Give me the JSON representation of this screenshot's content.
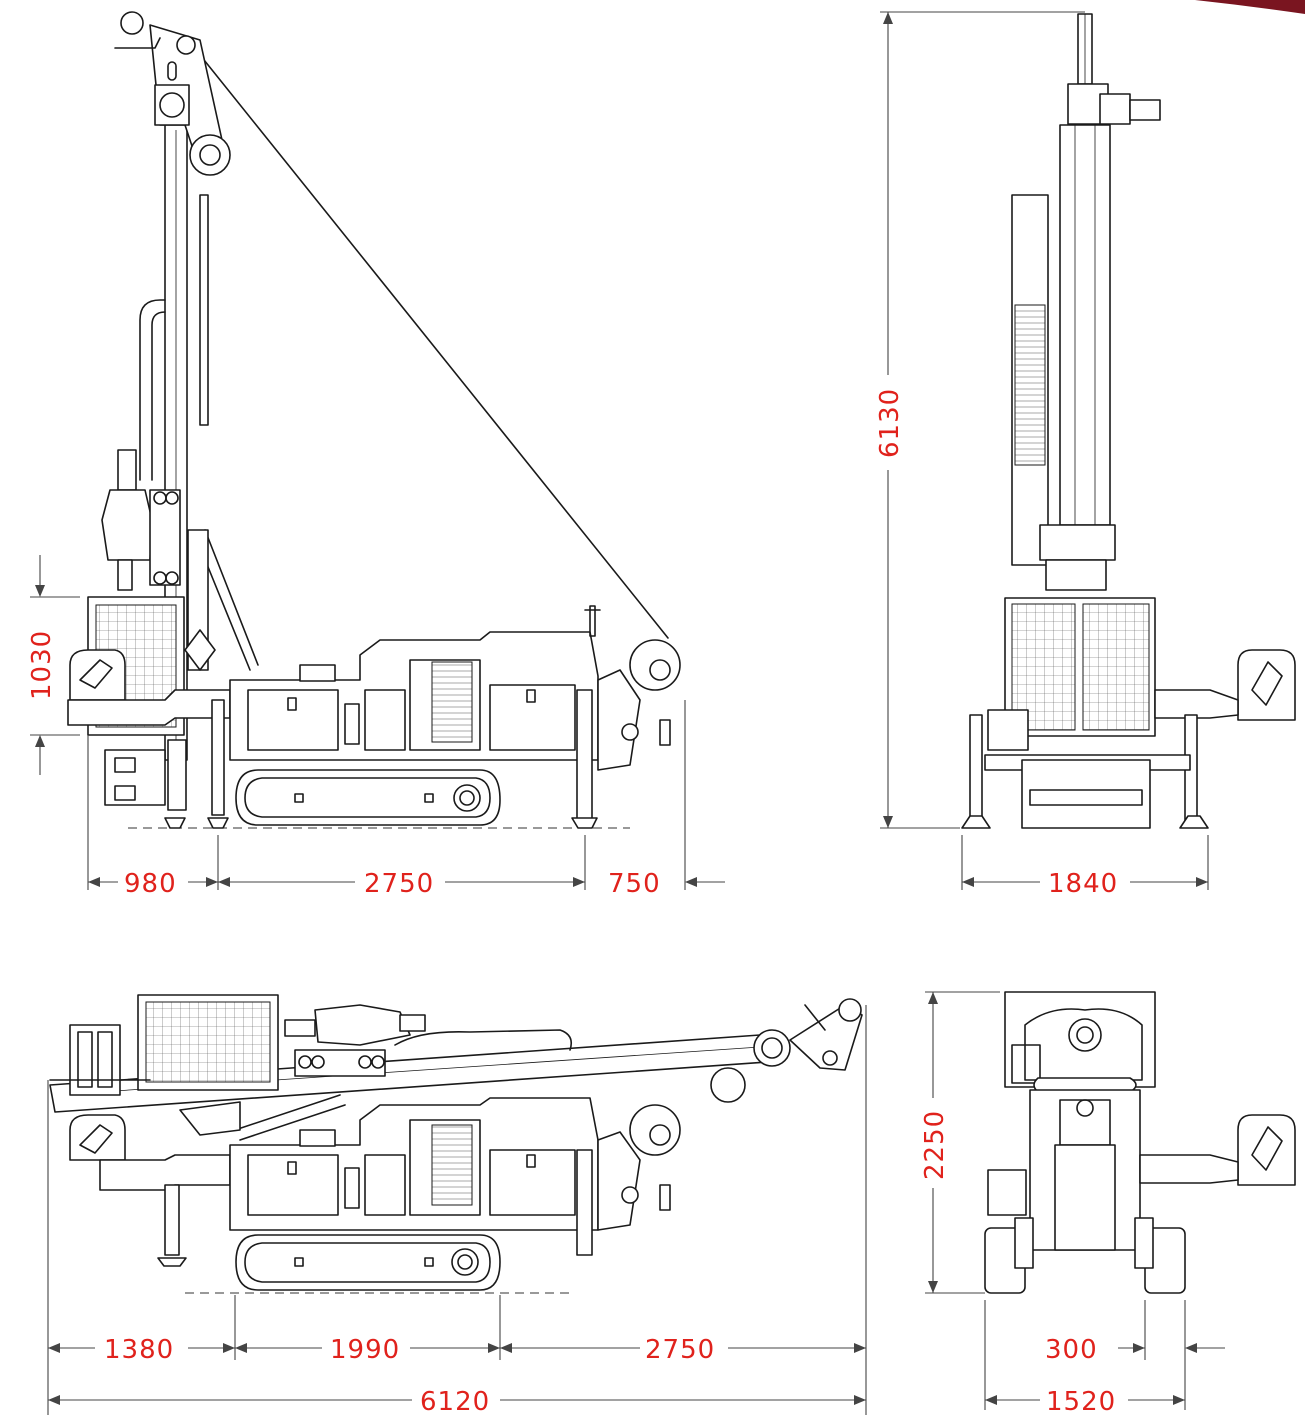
{
  "colors": {
    "line": "#1a1a1a",
    "dimension_text": "#e0221c",
    "corner_accent": "#7a1520",
    "background": "#ffffff"
  },
  "views": {
    "side_mast_up": {
      "dims": {
        "mast_height": "1030",
        "front_overhang": "980",
        "track_length": "2750",
        "rear_overhang": "750"
      }
    },
    "front_mast_up": {
      "dims": {
        "total_height": "6130",
        "width": "1840"
      }
    },
    "side_transport": {
      "dims": {
        "front": "1380",
        "track": "1990",
        "rear": "2750",
        "total_length": "6120"
      }
    },
    "front_transport": {
      "dims": {
        "height": "2250",
        "offset": "300",
        "width": "1520"
      }
    }
  }
}
